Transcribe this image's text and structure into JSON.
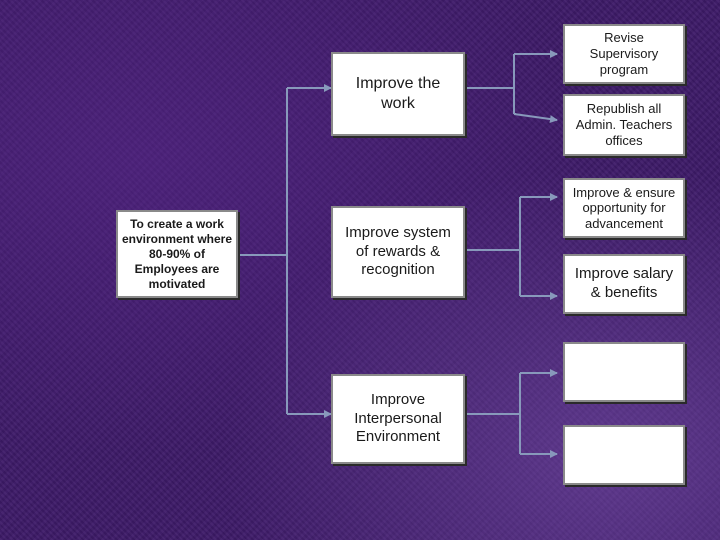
{
  "goal": {
    "text": "To create a work environment where 80-90% of Employees are motivated"
  },
  "strategies": [
    {
      "text": "Improve the work"
    },
    {
      "text": "Improve system of rewards & recognition"
    },
    {
      "text": "Improve Interpersonal Environment"
    }
  ],
  "actions": [
    {
      "text": "Revise Supervisory program"
    },
    {
      "text": "Republish all Admin. Teachers offices"
    },
    {
      "text": "Improve & ensure opportunity for advancement"
    },
    {
      "text": "Improve salary & benefits"
    },
    {
      "text": ""
    },
    {
      "text": ""
    }
  ],
  "colors": {
    "background": "#3d1a68",
    "box_fill": "#ffffff",
    "box_border": "#8a8a8a",
    "connector": "#8899bb"
  }
}
